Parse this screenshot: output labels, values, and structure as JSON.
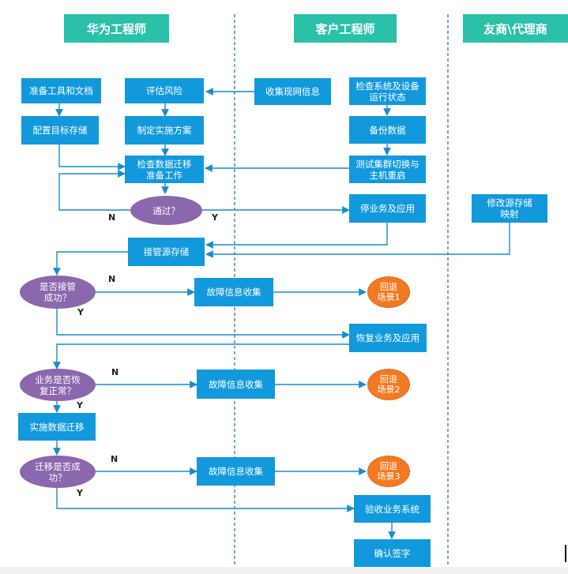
{
  "lanes": [
    {
      "name": "华为工程师"
    },
    {
      "name": "客户工程师"
    },
    {
      "name": "友商\\代理商"
    }
  ],
  "nodes": {
    "prepare_tools": "准备工具和文档",
    "assess_risk": "评估风险",
    "collect_network_info": "收集现网信息",
    "check_system_line1": "检查系统及设备",
    "check_system_line2": "运行状态",
    "config_target_storage": "配置目标存储",
    "make_plan": "制定实施方案",
    "backup_data": "备份数据",
    "check_migration_line1": "检查数据迁移",
    "check_migration_line2": "准备工作",
    "test_cluster_line1": "测试集群切换与",
    "test_cluster_line2": "主机重启",
    "decision_pass": "通过？",
    "stop_services": "停业务及应用",
    "modify_mapping_line1": "修改源存储",
    "modify_mapping_line2": "映射",
    "takeover_storage": "接管源存储",
    "decision_takeover_line1": "是否接管",
    "decision_takeover_line2": "成功？",
    "fault_collect_1": "故障信息收集",
    "rollback_1_line1": "回退",
    "rollback_1_line2": "场景1",
    "restore_services": "恢复业务及应用",
    "decision_restore_line1": "业务是否恢",
    "decision_restore_line2": "复正常？",
    "fault_collect_2": "故障信息收集",
    "rollback_2_line1": "回退",
    "rollback_2_line2": "场景2",
    "implement_migration": "实施数据迁移",
    "decision_migration_line1": "迁移是否成",
    "decision_migration_line2": "功？",
    "fault_collect_3": "故障信息收集",
    "rollback_3_line1": "回退",
    "rollback_3_line2": "场景3",
    "accept_system": "验收业务系统",
    "confirm_sign": "确认签字"
  },
  "edge_labels": {
    "no": "N",
    "yes": "Y"
  },
  "colors": {
    "lane_header": "#2bc0a8",
    "process_box": "#1299dc",
    "decision": "#8b67ad",
    "fallback": "#f37a22",
    "connector": "#1a8ccd",
    "lane_divider": "#2a7ab5"
  }
}
